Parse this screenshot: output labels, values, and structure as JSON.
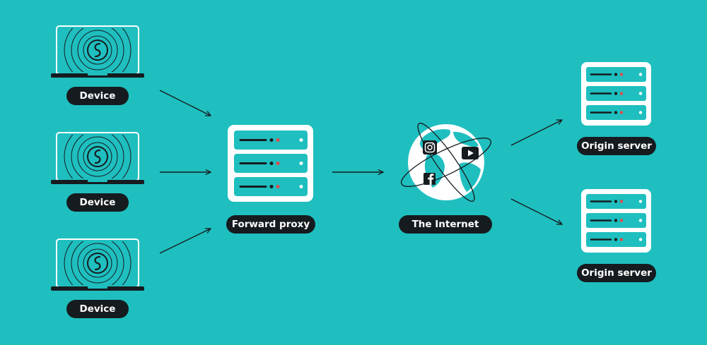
{
  "colors": {
    "background": "#1fbfbf",
    "label_bg": "#161b1f",
    "label_text": "#ffffff",
    "white": "#ffffff",
    "ink": "#161b1f",
    "indicator_red": "#e8484c"
  },
  "nodes": {
    "devices": [
      {
        "label": "Device"
      },
      {
        "label": "Device"
      },
      {
        "label": "Device"
      }
    ],
    "proxy": {
      "label": "Forward proxy"
    },
    "internet": {
      "label": "The Internet",
      "icons": [
        "instagram-icon",
        "youtube-icon",
        "facebook-icon"
      ]
    },
    "origins": [
      {
        "label": "Origin server"
      },
      {
        "label": "Origin server"
      }
    ]
  }
}
